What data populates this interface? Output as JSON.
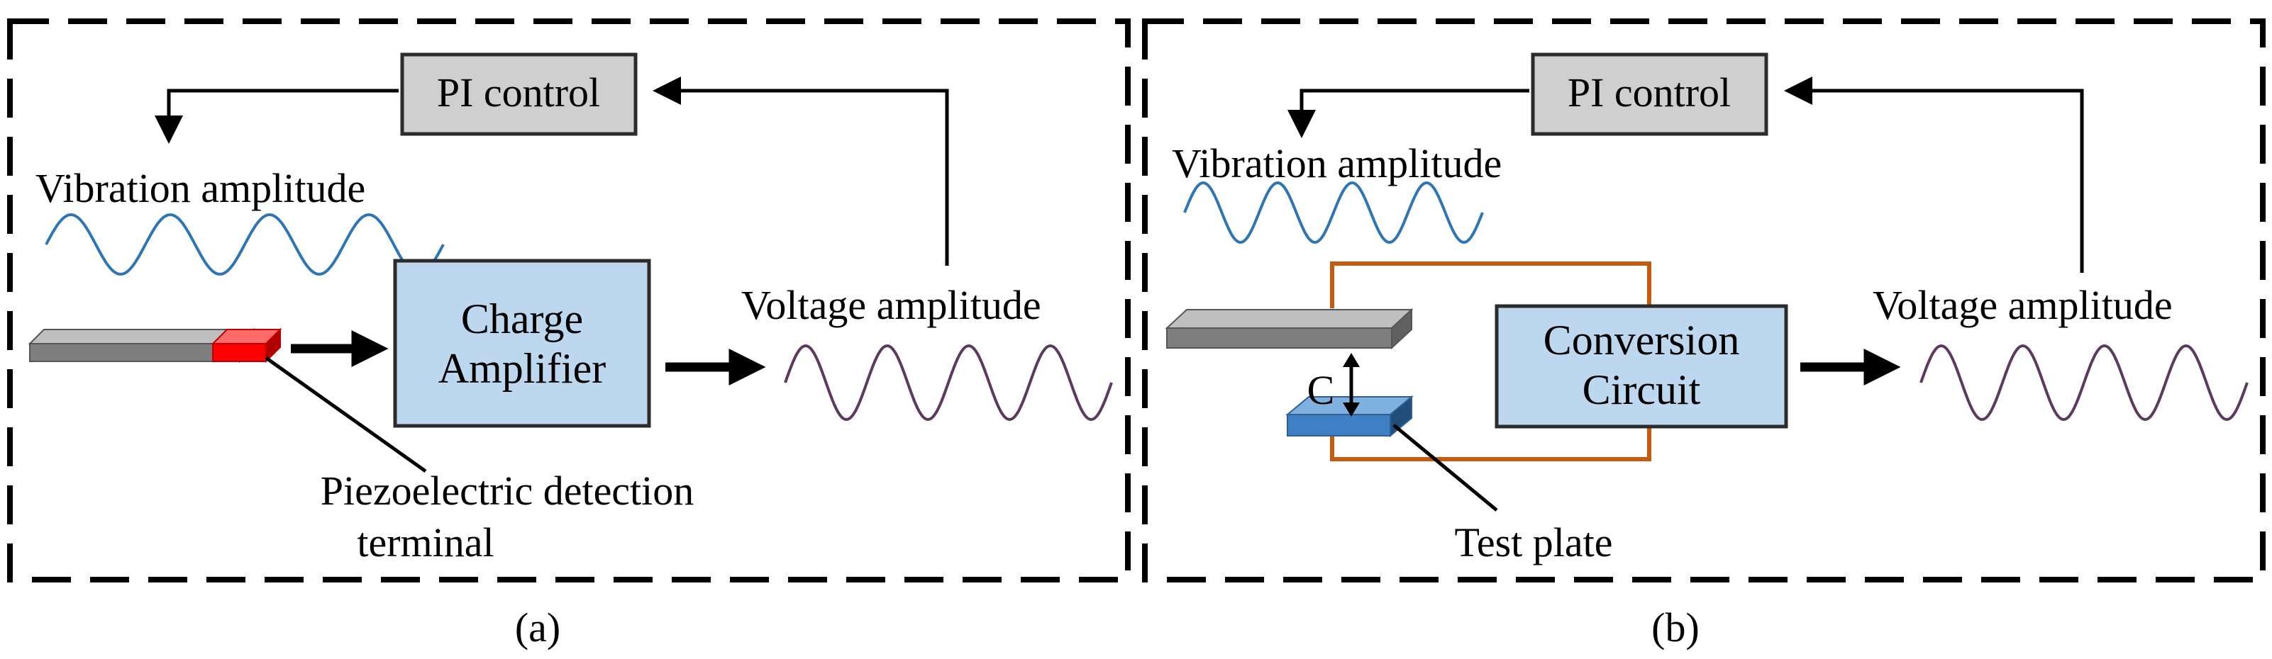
{
  "panel_a": {
    "pi_control": "PI control",
    "vibration_label": "Vibration amplitude",
    "amplifier_line1": "Charge",
    "amplifier_line2": "Amplifier",
    "voltage_label": "Voltage amplitude",
    "detection_line1": "Piezoelectric detection",
    "detection_line2": "terminal",
    "caption": "(a)"
  },
  "panel_b": {
    "pi_control": "PI control",
    "vibration_label": "Vibration amplitude",
    "circuit_line1": "Conversion",
    "circuit_line2": "Circuit",
    "voltage_label": "Voltage amplitude",
    "capacitance_label": "C",
    "test_plate_label": "Test plate",
    "caption": "(b)"
  },
  "colors": {
    "box_gray": "#cfcfcf",
    "box_blue": "#bdd7ee",
    "piezo_red": "#ff0000",
    "wire_orange": "#c55a11",
    "wave_blue": "#2e75b6",
    "wave_purple": "#5b3a5e",
    "plate_blue": "#3f7fc4"
  }
}
